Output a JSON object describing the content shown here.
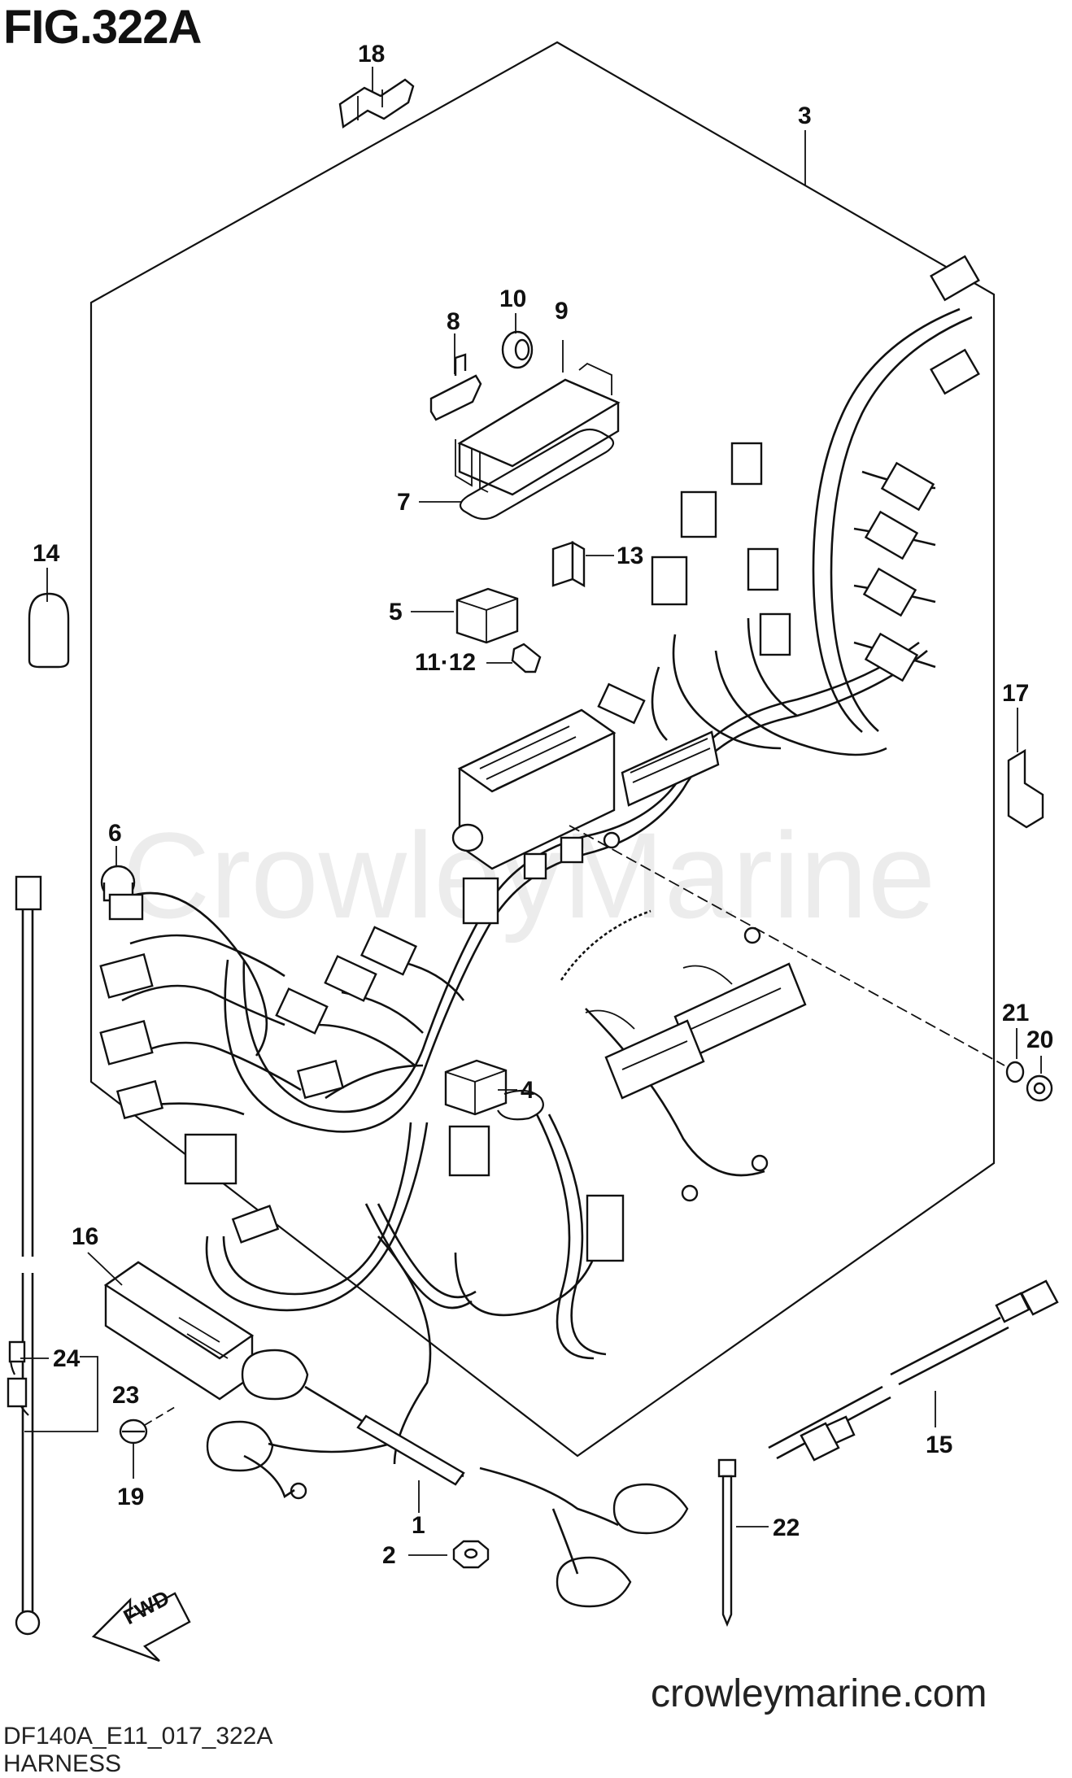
{
  "figure": {
    "title": "FIG.322A",
    "code": "DF140A_E11_017_322A",
    "caption": "HARNESS",
    "site": "crowleymarine.com",
    "watermark": "CrowleyMarine"
  },
  "callouts": [
    {
      "id": "c18",
      "label": "18"
    },
    {
      "id": "c3",
      "label": "3"
    },
    {
      "id": "c10",
      "label": "10"
    },
    {
      "id": "c9",
      "label": "9"
    },
    {
      "id": "c8",
      "label": "8"
    },
    {
      "id": "c7",
      "label": "7"
    },
    {
      "id": "c14",
      "label": "14"
    },
    {
      "id": "c13",
      "label": "13"
    },
    {
      "id": "c5",
      "label": "5"
    },
    {
      "id": "c1112",
      "label": "11·12"
    },
    {
      "id": "c17",
      "label": "17"
    },
    {
      "id": "c6",
      "label": "6"
    },
    {
      "id": "c21",
      "label": "21"
    },
    {
      "id": "c20",
      "label": "20"
    },
    {
      "id": "c4",
      "label": "4"
    },
    {
      "id": "c16",
      "label": "16"
    },
    {
      "id": "c24",
      "label": "24"
    },
    {
      "id": "c23",
      "label": "23"
    },
    {
      "id": "c19",
      "label": "19"
    },
    {
      "id": "c1",
      "label": "1"
    },
    {
      "id": "c2",
      "label": "2"
    },
    {
      "id": "c22",
      "label": "22"
    },
    {
      "id": "c15",
      "label": "15"
    }
  ]
}
